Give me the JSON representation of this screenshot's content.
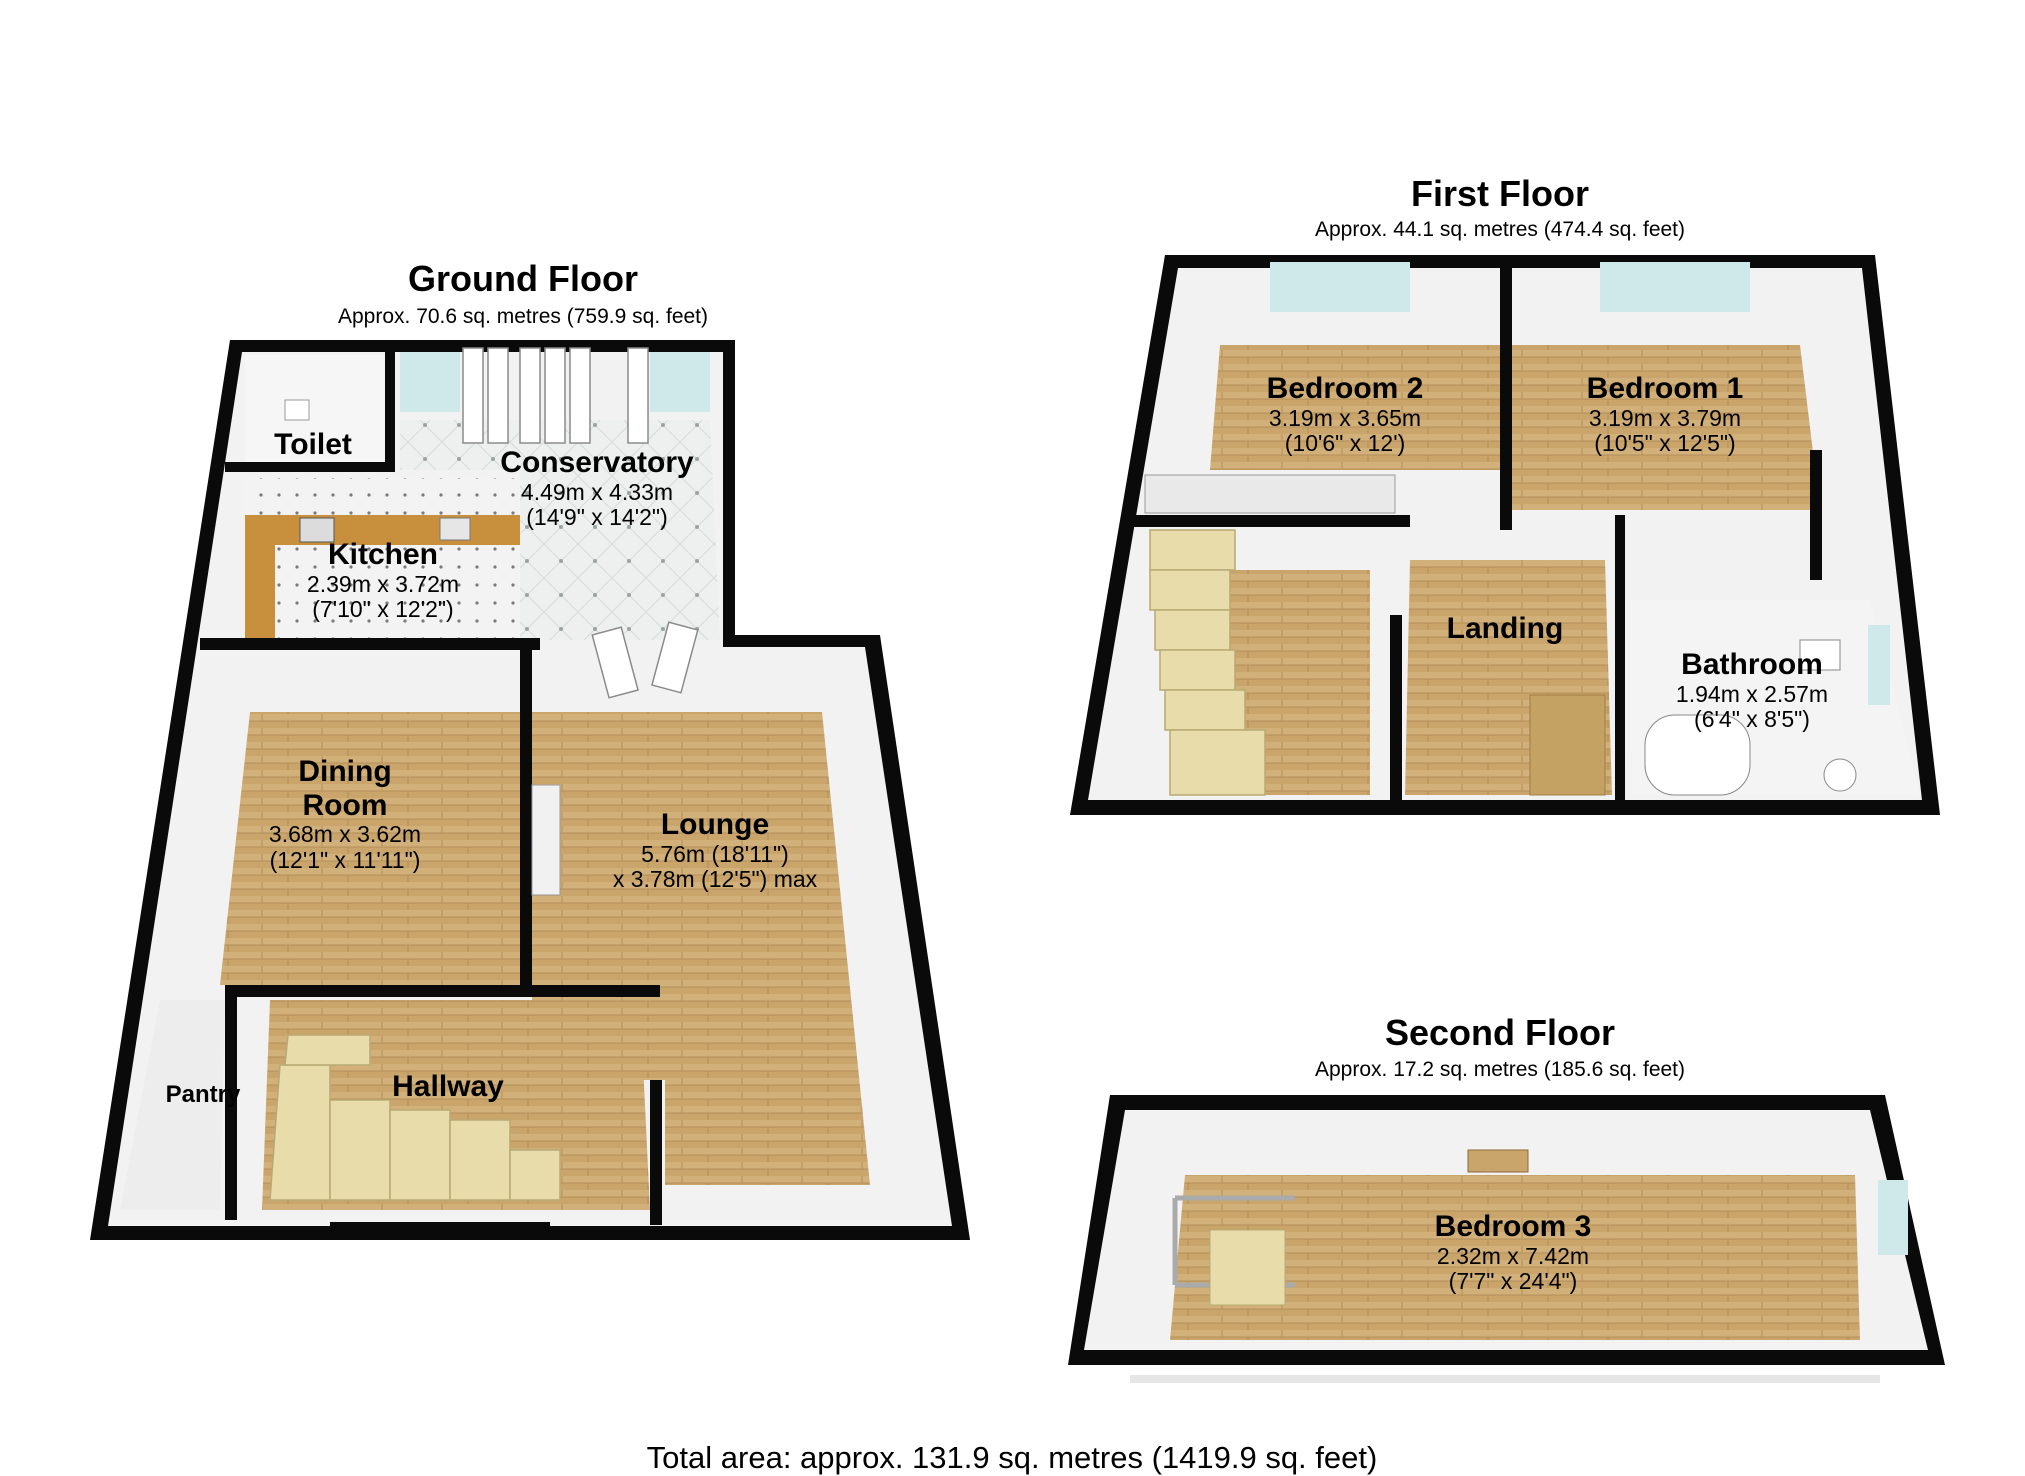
{
  "floors": {
    "ground": {
      "title": "Ground Floor",
      "area": "Approx. 70.6 sq. metres (759.9 sq. feet)",
      "rooms": {
        "toilet": {
          "name": "Toilet"
        },
        "conservatory": {
          "name": "Conservatory",
          "metric": "4.49m x 4.33m",
          "imperial": "(14'9\" x 14'2\")"
        },
        "kitchen": {
          "name": "Kitchen",
          "metric": "2.39m x 3.72m",
          "imperial": "(7'10\" x 12'2\")"
        },
        "dining": {
          "name_line1": "Dining",
          "name_line2": "Room",
          "metric": "3.68m x 3.62m",
          "imperial": "(12'1\" x 11'11\")"
        },
        "lounge": {
          "name": "Lounge",
          "line1": "5.76m (18'11\")",
          "line2": "x 3.78m (12'5\") max"
        },
        "hallway": {
          "name": "Hallway"
        },
        "pantry": {
          "name": "Pantry"
        }
      }
    },
    "first": {
      "title": "First Floor",
      "area": "Approx. 44.1 sq. metres (474.4 sq. feet)",
      "rooms": {
        "bedroom2": {
          "name": "Bedroom 2",
          "metric": "3.19m x 3.65m",
          "imperial": "(10'6\" x 12')"
        },
        "bedroom1": {
          "name": "Bedroom 1",
          "metric": "3.19m x 3.79m",
          "imperial": "(10'5\" x 12'5\")"
        },
        "landing": {
          "name": "Landing"
        },
        "bathroom": {
          "name": "Bathroom",
          "metric": "1.94m x 2.57m",
          "imperial": "(6'4\" x 8'5\")"
        }
      }
    },
    "second": {
      "title": "Second Floor",
      "area": "Approx. 17.2 sq. metres (185.6 sq. feet)",
      "rooms": {
        "bedroom3": {
          "name": "Bedroom 3",
          "metric": "2.32m x 7.42m",
          "imperial": "(7'7\" x 24'4\")"
        }
      }
    }
  },
  "total_area": "Total area: approx. 131.9 sq. metres (1419.9 sq. feet)",
  "colors": {
    "wall": "#0a0a0a",
    "wood_floor": "#c9a76e",
    "tile_floor": "#eef0f0",
    "wall_face": "#f1f1f1",
    "window": "#cfe9ea",
    "stairs": "#e7dcaa"
  }
}
